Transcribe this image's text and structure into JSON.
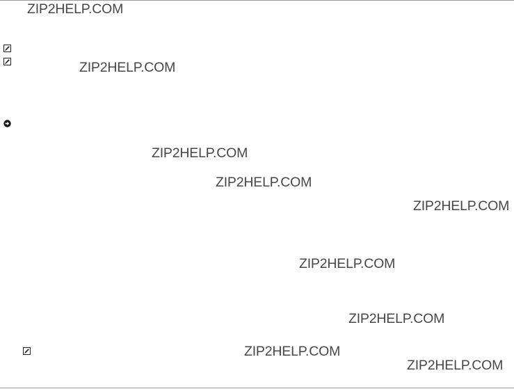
{
  "watermarks": [
    {
      "text": "ZIP2HELP.COM"
    },
    {
      "text": "ZIP2HELP.COM"
    },
    {
      "text": "ZIP2HELP.COM"
    },
    {
      "text": "ZIP2HELP.COM"
    },
    {
      "text": "ZIP2HELP.COM"
    },
    {
      "text": "ZIP2HELP.COM"
    },
    {
      "text": "ZIP2HELP.COM"
    },
    {
      "text": "ZIP2HELP.COM"
    },
    {
      "text": "ZIP2HELP.COM"
    }
  ],
  "icons": {
    "note": "note-pencil-icon",
    "notice": "notice-arrow-icon"
  }
}
